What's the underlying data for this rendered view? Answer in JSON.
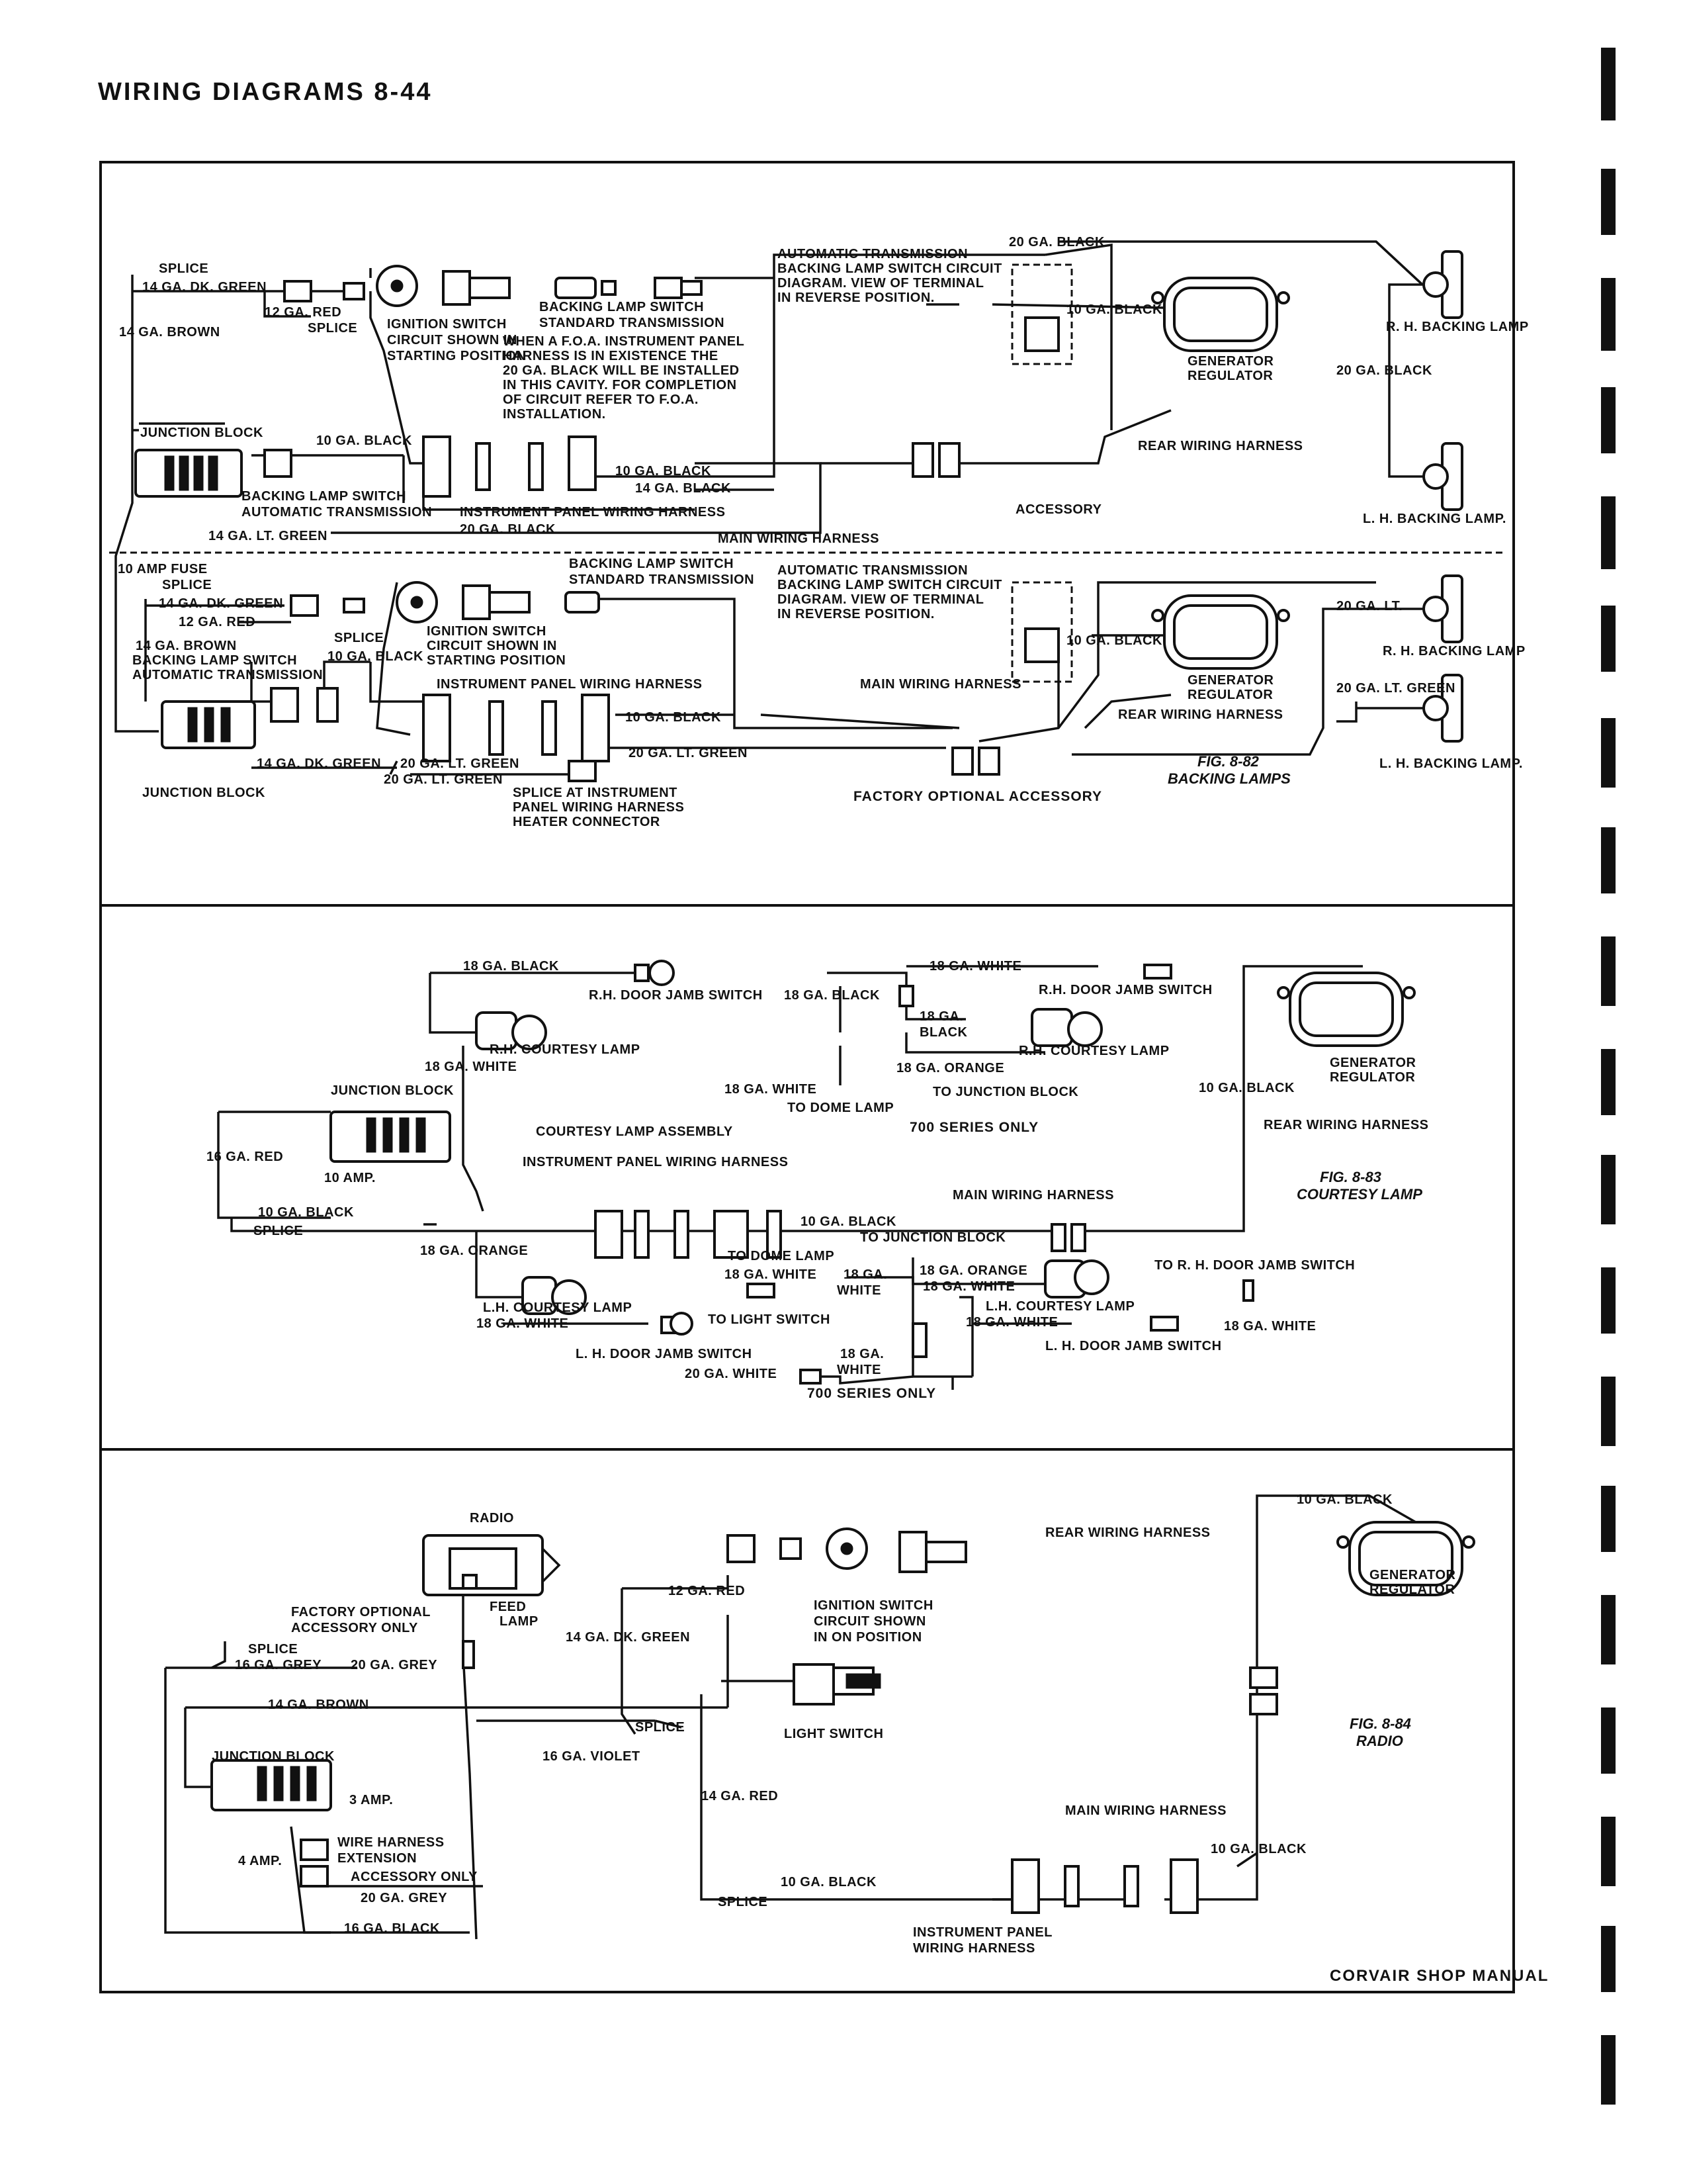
{
  "header": {
    "title": "WIRING DIAGRAMS 8-44"
  },
  "footer": {
    "text": "CORVAIR SHOP MANUAL"
  },
  "fig82": {
    "caption_num": "FIG. 8-82",
    "caption_title": "BACKING LAMPS",
    "upper": {
      "splice_a": "SPLICE",
      "dk_green_a": "14 GA. DK. GREEN",
      "brown_a": "14 GA. BROWN",
      "red_a": "12 GA. RED",
      "splice_b": "SPLICE",
      "ign_switch_1": "IGNITION SWITCH",
      "ign_switch_2": "CIRCUIT SHOWN IN",
      "ign_switch_3": "STARTING POSITION",
      "bls_std_1": "BACKING LAMP SWITCH",
      "bls_std_2": "STANDARD TRANSMISSION",
      "foa_note_1": "WHEN A F.O.A. INSTRUMENT PANEL",
      "foa_note_2": "HARNESS IS IN EXISTENCE THE",
      "foa_note_3": "20 GA. BLACK WILL BE INSTALLED",
      "foa_note_4": "IN THIS CAVITY. FOR COMPLETION",
      "foa_note_5": "OF CIRCUIT REFER TO F.O.A.",
      "foa_note_6": "INSTALLATION.",
      "auto_1": "AUTOMATIC TRANSMISSION",
      "auto_2": "BACKING LAMP SWITCH CIRCUIT",
      "auto_3": "DIAGRAM. VIEW OF TERMINAL",
      "auto_4": "IN REVERSE POSITION.",
      "black_20_top": "20 GA. BLACK",
      "black_10_gen": "10 GA. BLACK",
      "gen_reg_1": "GENERATOR",
      "gen_reg_2": "REGULATOR",
      "rh_lamp": "R. H. BACKING LAMP",
      "black_20_right": "20 GA. BLACK",
      "lh_lamp": "L. H. BACKING LAMP.",
      "junction": "JUNCTION BLOCK",
      "black_10_a": "10 GA. BLACK",
      "bls_auto_1": "BACKING LAMP SWITCH",
      "bls_auto_2": "AUTOMATIC TRANSMISSION",
      "lt_green_14": "14 GA. LT. GREEN",
      "ipwh": "INSTRUMENT PANEL WIRING HARNESS",
      "black_20_b": "20 GA. BLACK",
      "black_10_b": "10 GA. BLACK",
      "black_14": "14 GA. BLACK",
      "rear_harness": "REAR WIRING HARNESS",
      "accessory": "ACCESSORY",
      "main_harness": "MAIN WIRING HARNESS"
    },
    "lower": {
      "fuse": "10 AMP FUSE",
      "splice_a": "SPLICE",
      "dk_green": "14 GA. DK. GREEN",
      "red": "12 GA. RED",
      "brown": "14 GA. BROWN",
      "bls_auto_1": "BACKING LAMP SWITCH",
      "bls_auto_2": "AUTOMATIC TRANSMISSION",
      "splice_b": "SPLICE",
      "black_10_a": "10 GA. BLACK",
      "ign_1": "IGNITION SWITCH",
      "ign_2": "CIRCUIT SHOWN IN",
      "ign_3": "STARTING POSITION",
      "bls_std_1": "BACKING LAMP SWITCH",
      "bls_std_2": "STANDARD TRANSMISSION",
      "auto_1": "AUTOMATIC TRANSMISSION",
      "auto_2": "BACKING LAMP SWITCH CIRCUIT",
      "auto_3": "DIAGRAM. VIEW OF TERMINAL",
      "auto_4": "IN REVERSE POSITION.",
      "black_10_gen": "10 GA. BLACK",
      "gen_1": "GENERATOR",
      "gen_2": "REGULATOR",
      "lt_20": "20 GA. LT.",
      "rh_lamp": "R. H. BACKING LAMP",
      "lt_green_20": "20 GA. LT. GREEN",
      "lh_lamp": "L. H. BACKING LAMP.",
      "ipwh": "INSTRUMENT PANEL WIRING HARNESS",
      "main_harness": "MAIN WIRING HARNESS",
      "rear_harness": "REAR WIRING HARNESS",
      "black_10_b": "10 GA. BLACK",
      "lt_green_a": "20 GA. LT. GREEN",
      "dk_green_14": "14 GA. DK. GREEN",
      "lt_green_b": "20 GA. LT. GREEN",
      "lt_green_c": "20 GA. LT. GREEN",
      "junction": "JUNCTION BLOCK",
      "splice_ip_1": "SPLICE AT INSTRUMENT",
      "splice_ip_2": "PANEL WIRING HARNESS",
      "splice_ip_3": "HEATER CONNECTOR",
      "foa": "FACTORY OPTIONAL ACCESSORY"
    }
  },
  "fig83": {
    "caption_num": "FIG. 8-83",
    "caption_title": "COURTESY LAMP",
    "black_18": "18 GA. BLACK",
    "rh_jamb": "R.H. DOOR JAMB SWITCH",
    "rh_courtesy": "R.H. COURTESY LAMP",
    "white_18": "18 GA. WHITE",
    "junction": "JUNCTION BLOCK",
    "red_16": "16 GA. RED",
    "amp10": "10 AMP.",
    "black_10": "10 GA. BLACK",
    "splice": "SPLICE",
    "orange_18": "18 GA. ORANGE",
    "lh_courtesy": "L.H. COURTESY LAMP",
    "white_18_b": "18 GA. WHITE",
    "lh_jamb_a": "L. H. DOOR JAMB SWITCH",
    "to_light": "TO LIGHT SWITCH",
    "assembly": "COURTESY LAMP ASSEMBLY",
    "ipwh": "INSTRUMENT PANEL WIRING HARNESS",
    "to_dome_a": "TO DOME LAMP",
    "black_10_b": "10 GA. BLACK",
    "main_harness": "MAIN WIRING HARNESS",
    "rear_harness": "REAR WIRING HARNESS",
    "black_10_c": "10 GA. BLACK",
    "gen_1": "GENERATOR",
    "gen_2": "REGULATOR",
    "s700_top": {
      "black_18": "18 GA. BLACK",
      "white_18": "18 GA. WHITE",
      "rh_jamb": "R.H. DOOR JAMB SWITCH",
      "ga18": "18 GA.",
      "black": "BLACK",
      "rh_courtesy": "R.H. COURTESY LAMP",
      "orange_18": "18 GA. ORANGE",
      "to_junction": "TO JUNCTION BLOCK",
      "white_18_b": "18 GA. WHITE",
      "to_dome": "TO DOME LAMP",
      "series": "700 SERIES ONLY"
    },
    "s700_bottom": {
      "to_junction": "TO JUNCTION BLOCK",
      "white_18": "18 GA. WHITE",
      "ga18": "18 GA.",
      "white": "WHITE",
      "orange_18": "18 GA. ORANGE",
      "white_18_b": "18 GA. WHITE",
      "lh_courtesy": "L.H. COURTESY LAMP",
      "white_18_c": "18 GA. WHITE",
      "lh_jamb": "L. H. DOOR JAMB SWITCH",
      "to_rh_jamb": "TO R. H. DOOR JAMB SWITCH",
      "white_18_d": "18 GA. WHITE",
      "white_20": "20 GA. WHITE",
      "ga18_b": "18 GA.",
      "white_b": "WHITE",
      "series": "700 SERIES ONLY"
    }
  },
  "fig84": {
    "caption_num": "FIG. 8-84",
    "caption_title": "RADIO",
    "radio": "RADIO",
    "feed": "FEED",
    "lamp": "LAMP",
    "foa_1": "FACTORY OPTIONAL",
    "foa_2": "ACCESSORY ONLY",
    "splice_a": "SPLICE",
    "grey_16": "16 GA. GREY",
    "grey_20": "20 GA. GREY",
    "brown_14": "14 GA. BROWN",
    "junction": "JUNCTION BLOCK",
    "violet_16": "16 GA. VIOLET",
    "amp3": "3 AMP.",
    "amp4": "4 AMP.",
    "ext_1": "WIRE HARNESS",
    "ext_2": "EXTENSION",
    "acc_only": "ACCESSORY ONLY",
    "grey_20_b": "20 GA. GREY",
    "black_16": "16 GA. BLACK",
    "red_12": "12 GA. RED",
    "dk_green_14": "14 GA. DK. GREEN",
    "ign_1": "IGNITION SWITCH",
    "ign_2": "CIRCUIT SHOWN",
    "ign_3": "IN ON POSITION",
    "splice_b": "SPLICE",
    "light_switch": "LIGHT SWITCH",
    "red_14": "14 GA. RED",
    "splice_c": "SPLICE",
    "black_10_a": "10 GA. BLACK",
    "ipwh_1": "INSTRUMENT PANEL",
    "ipwh_2": "WIRING HARNESS",
    "black_10_top": "10 GA. BLACK",
    "rear_harness": "REAR WIRING HARNESS",
    "gen_1": "GENERATOR",
    "gen_2": "REGULATOR",
    "main_harness": "MAIN WIRING HARNESS",
    "black_10_b": "10 GA. BLACK"
  }
}
